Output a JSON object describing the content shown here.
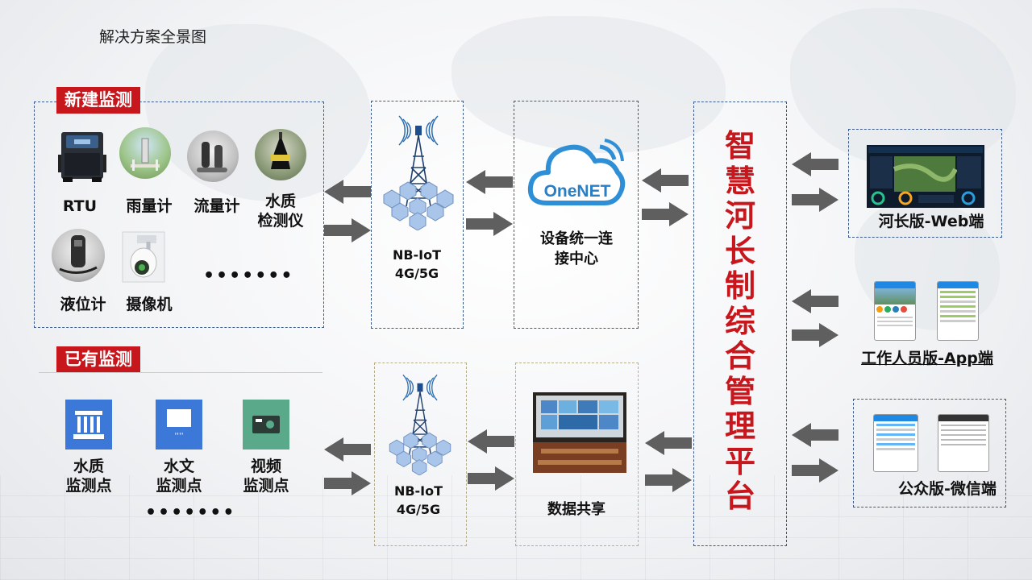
{
  "page": {
    "title": "解决方案全景图"
  },
  "new_monitoring": {
    "tag": "新建监测",
    "devices": [
      {
        "label": "RTU"
      },
      {
        "label": "雨量计"
      },
      {
        "label": "流量计"
      },
      {
        "label": "水质\n检测仪"
      },
      {
        "label": "液位计"
      },
      {
        "label": "摄像机"
      }
    ],
    "ellipsis": "•••••••"
  },
  "existing_monitoring": {
    "tag": "已有监测",
    "points": [
      {
        "label": "水质\n监测点",
        "icon": "building-icon"
      },
      {
        "label": "水文\n监测点",
        "icon": "rain-icon"
      },
      {
        "label": "视频\n监测点",
        "icon": "camera-icon"
      }
    ],
    "ellipsis": "•••••••"
  },
  "network_top": {
    "label": "NB-IoT\n4G/5G"
  },
  "network_bottom": {
    "label": "NB-IoT\n4G/5G"
  },
  "onenet": {
    "logo_text": "OneNET",
    "label": "设备统一连\n接中心"
  },
  "data_share": {
    "label": "数据共享"
  },
  "platform": {
    "title": "智慧河长制综合管理平台"
  },
  "clients": [
    {
      "label": "河长版-Web端"
    },
    {
      "label": "工作人员版-App端"
    },
    {
      "label": "公众版-微信端"
    }
  ],
  "colors": {
    "accent_red": "#c8161d",
    "arrow_gray": "#5f5f5f",
    "box_border": "#3a5a8c"
  }
}
